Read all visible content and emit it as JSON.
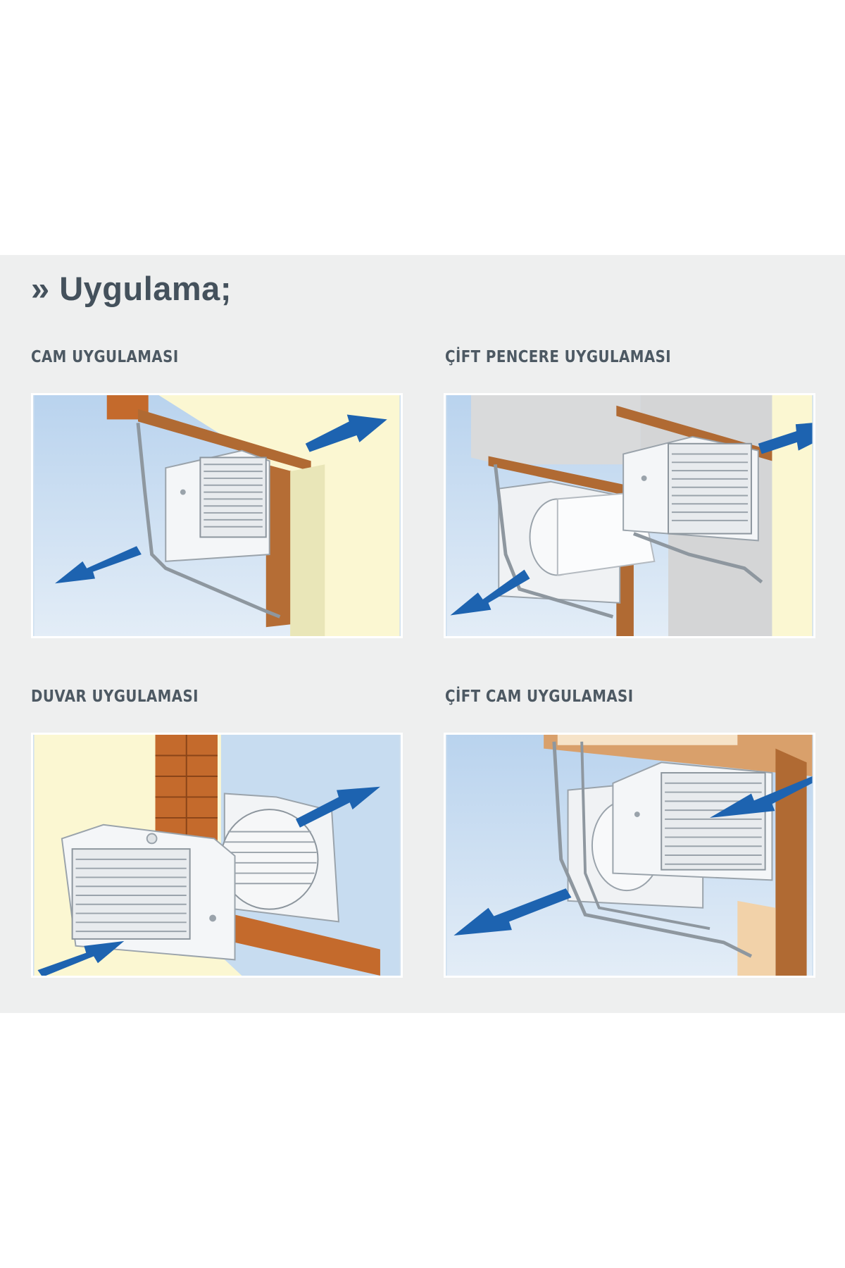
{
  "heading": "» Uygulama;",
  "figures": [
    {
      "caption": "CAM UYGULAMASI"
    },
    {
      "caption": "ÇİFT PENCERE UYGULAMASI"
    },
    {
      "caption": "DUVAR UYGULAMASI"
    },
    {
      "caption": "ÇİFT CAM UYGULAMASI"
    }
  ],
  "colors": {
    "panel": "#eeefef",
    "heading": "#44515c",
    "arrow": "#1d63b0",
    "brick": "#c46a2c",
    "sky": "#cfe0f0",
    "wall": "#fbf7d2"
  }
}
